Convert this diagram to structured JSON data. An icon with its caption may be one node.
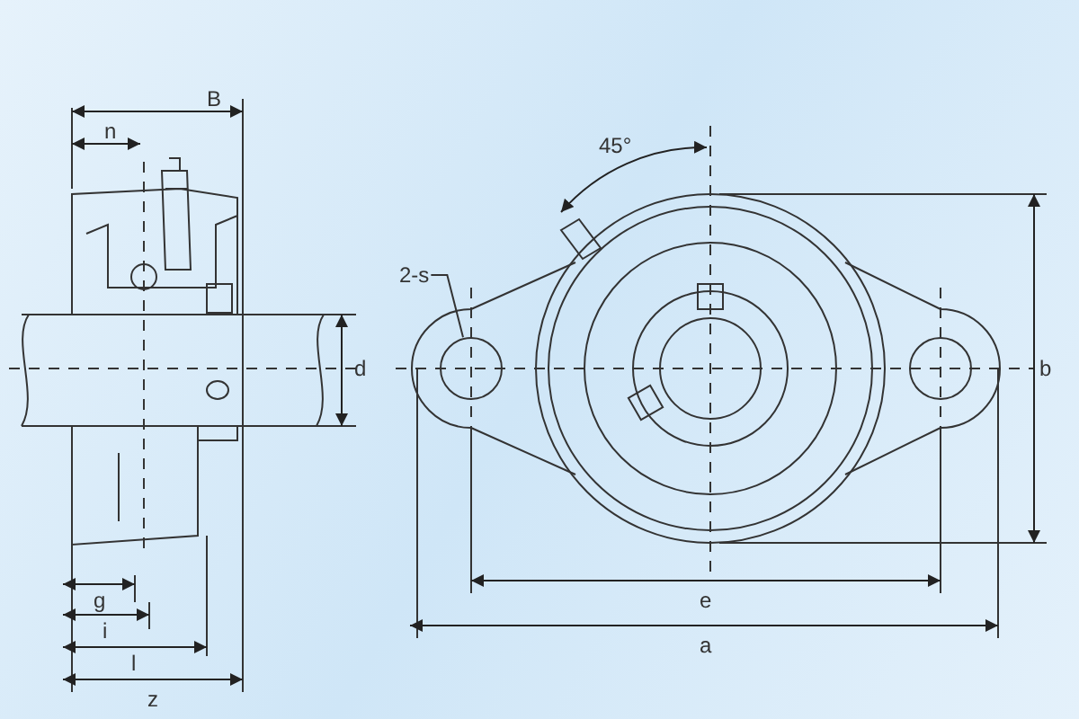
{
  "diagram": {
    "nodes": [
      {
        "text": [
          "2-s"
        ]
      },
      {
        "text": [],
        "shape": "circle"
      }
    ],
    "edges": [
      {
        "from": 0,
        "to": 1,
        "arrow": "none"
      }
    ],
    "labels": [
      "B",
      "n",
      "45°",
      "b",
      "d",
      "e",
      "g",
      "i",
      "a",
      "l",
      "z"
    ]
  }
}
